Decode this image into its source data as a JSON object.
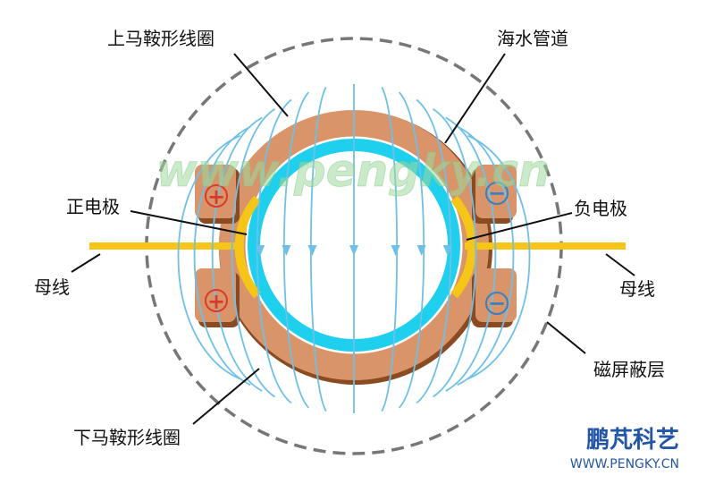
{
  "labels": {
    "upper_coil": "上马鞍形线圈",
    "seawater_pipe": "海水管道",
    "positive_electrode": "正电极",
    "negative_electrode": "负电极",
    "busbar_left": "母线",
    "busbar_right": "母线",
    "magnetic_shield": "磁屏蔽层",
    "lower_coil": "下马鞍形线圈"
  },
  "signs": {
    "plus": "+",
    "minus": "−"
  },
  "watermark": "www.pengky.cn",
  "logo": {
    "name": "鹏芃科艺",
    "url": "WWW.PENGKY.CN"
  },
  "colors": {
    "coil": "#d9946a",
    "coil_dark": "#8a4a22",
    "pipe": "#1ecfee",
    "electrode": "#f5c518",
    "field_line": "#6fc0e8",
    "shield": "#777777",
    "plus": "#d93a2b",
    "minus": "#3a7fc0",
    "logo": "#2456a6"
  }
}
